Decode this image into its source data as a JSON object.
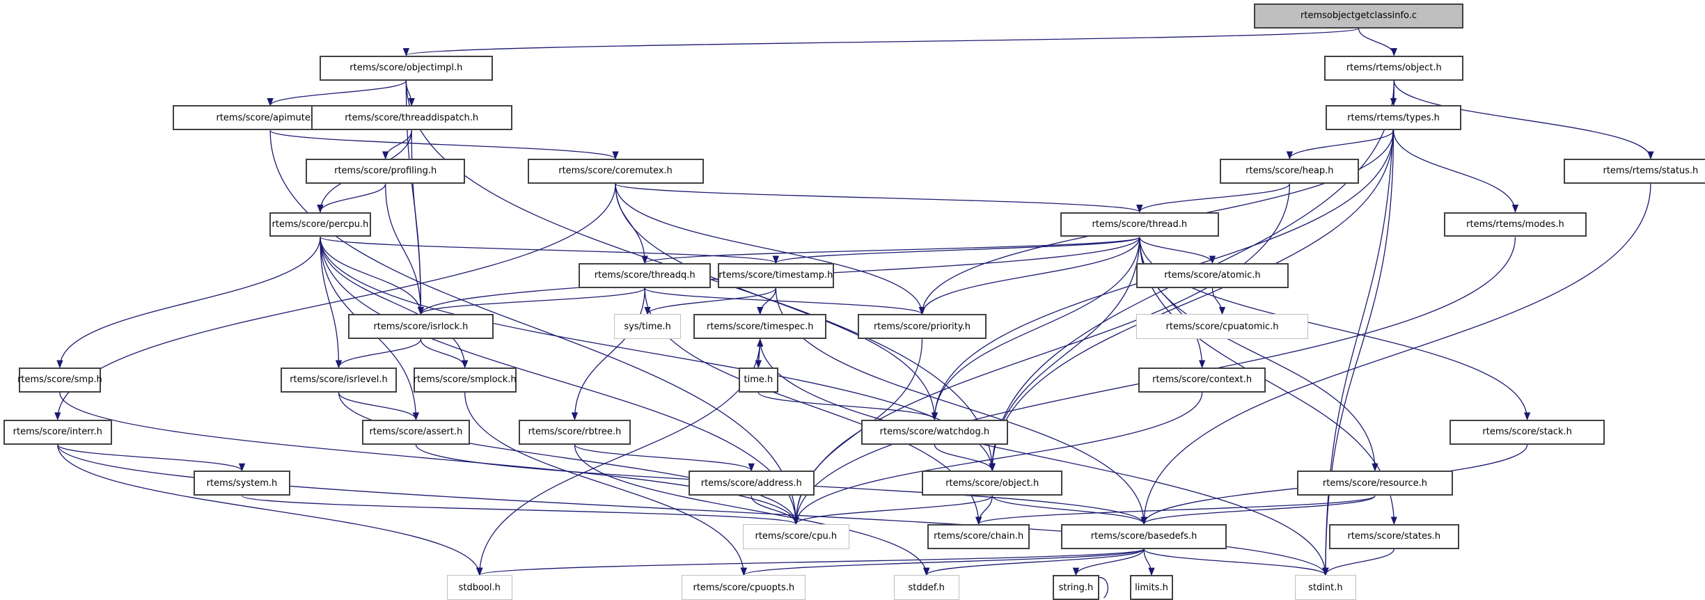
{
  "title": "rtemsobjectgetclassinfo.c",
  "colors": {
    "edge": "#191970",
    "root_fill": "#bfbfbf",
    "node_border": "#404040",
    "external_border": "#bfbfbf"
  },
  "nodes": [
    {
      "id": "root",
      "label": "rtemsobjectgetclassinfo.c",
      "kind": "root"
    },
    {
      "id": "objectimpl",
      "label": "rtems/score/objectimpl.h",
      "kind": "documented"
    },
    {
      "id": "robject",
      "label": "rtems/rtems/object.h",
      "kind": "documented"
    },
    {
      "id": "apimutex",
      "label": "rtems/score/apimutex.h",
      "kind": "documented"
    },
    {
      "id": "threaddispatch",
      "label": "rtems/score/threaddispatch.h",
      "kind": "documented"
    },
    {
      "id": "rtypes",
      "label": "rtems/rtems/types.h",
      "kind": "documented"
    },
    {
      "id": "profiling",
      "label": "rtems/score/profiling.h",
      "kind": "documented"
    },
    {
      "id": "coremutex",
      "label": "rtems/score/coremutex.h",
      "kind": "documented"
    },
    {
      "id": "heap",
      "label": "rtems/score/heap.h",
      "kind": "documented"
    },
    {
      "id": "rstatus",
      "label": "rtems/rtems/status.h",
      "kind": "documented"
    },
    {
      "id": "percpu",
      "label": "rtems/score/percpu.h",
      "kind": "documented"
    },
    {
      "id": "thread",
      "label": "rtems/score/thread.h",
      "kind": "documented"
    },
    {
      "id": "rmodes",
      "label": "rtems/rtems/modes.h",
      "kind": "documented"
    },
    {
      "id": "threadq",
      "label": "rtems/score/threadq.h",
      "kind": "documented"
    },
    {
      "id": "timestamp",
      "label": "rtems/score/timestamp.h",
      "kind": "documented"
    },
    {
      "id": "atomic",
      "label": "rtems/score/atomic.h",
      "kind": "documented"
    },
    {
      "id": "systime",
      "label": "sys/time.h",
      "kind": "external"
    },
    {
      "id": "isrlock",
      "label": "rtems/score/isrlock.h",
      "kind": "documented"
    },
    {
      "id": "timespec",
      "label": "rtems/score/timespec.h",
      "kind": "documented"
    },
    {
      "id": "priority",
      "label": "rtems/score/priority.h",
      "kind": "documented"
    },
    {
      "id": "cpuatomic",
      "label": "rtems/score/cpuatomic.h",
      "kind": "external"
    },
    {
      "id": "smp",
      "label": "rtems/score/smp.h",
      "kind": "documented"
    },
    {
      "id": "isrlevel",
      "label": "rtems/score/isrlevel.h",
      "kind": "documented"
    },
    {
      "id": "smplock",
      "label": "rtems/score/smplock.h",
      "kind": "documented"
    },
    {
      "id": "timeh",
      "label": "time.h",
      "kind": "documented"
    },
    {
      "id": "context",
      "label": "rtems/score/context.h",
      "kind": "documented"
    },
    {
      "id": "interr",
      "label": "rtems/score/interr.h",
      "kind": "documented"
    },
    {
      "id": "assert",
      "label": "rtems/score/assert.h",
      "kind": "documented"
    },
    {
      "id": "rbtree",
      "label": "rtems/score/rbtree.h",
      "kind": "documented"
    },
    {
      "id": "watchdog",
      "label": "rtems/score/watchdog.h",
      "kind": "documented"
    },
    {
      "id": "stack",
      "label": "rtems/score/stack.h",
      "kind": "documented"
    },
    {
      "id": "system",
      "label": "rtems/system.h",
      "kind": "documented"
    },
    {
      "id": "address",
      "label": "rtems/score/address.h",
      "kind": "documented"
    },
    {
      "id": "sobject",
      "label": "rtems/score/object.h",
      "kind": "documented"
    },
    {
      "id": "resource",
      "label": "rtems/score/resource.h",
      "kind": "documented"
    },
    {
      "id": "cpu",
      "label": "rtems/score/cpu.h",
      "kind": "external"
    },
    {
      "id": "chain",
      "label": "rtems/score/chain.h",
      "kind": "documented"
    },
    {
      "id": "basedefs",
      "label": "rtems/score/basedefs.h",
      "kind": "documented"
    },
    {
      "id": "states",
      "label": "rtems/score/states.h",
      "kind": "documented"
    },
    {
      "id": "stdbool",
      "label": "stdbool.h",
      "kind": "external"
    },
    {
      "id": "cpuopts",
      "label": "rtems/score/cpuopts.h",
      "kind": "external"
    },
    {
      "id": "stddef",
      "label": "stddef.h",
      "kind": "external"
    },
    {
      "id": "string",
      "label": "string.h",
      "kind": "documented"
    },
    {
      "id": "limits",
      "label": "limits.h",
      "kind": "documented"
    },
    {
      "id": "stdint",
      "label": "stdint.h",
      "kind": "external"
    }
  ],
  "edges": [
    [
      "root",
      "objectimpl"
    ],
    [
      "root",
      "robject"
    ],
    [
      "objectimpl",
      "apimutex"
    ],
    [
      "objectimpl",
      "threaddispatch"
    ],
    [
      "objectimpl",
      "isrlock"
    ],
    [
      "objectimpl",
      "sobject"
    ],
    [
      "robject",
      "rtypes"
    ],
    [
      "robject",
      "rstatus"
    ],
    [
      "robject",
      "sobject"
    ],
    [
      "robject",
      "stdint"
    ],
    [
      "apimutex",
      "coremutex"
    ],
    [
      "apimutex",
      "cpu"
    ],
    [
      "threaddispatch",
      "profiling"
    ],
    [
      "threaddispatch",
      "percpu"
    ],
    [
      "threaddispatch",
      "isrlock"
    ],
    [
      "profiling",
      "percpu"
    ],
    [
      "profiling",
      "isrlock"
    ],
    [
      "rtypes",
      "heap"
    ],
    [
      "rtypes",
      "priority"
    ],
    [
      "rtypes",
      "rmodes"
    ],
    [
      "rtypes",
      "watchdog"
    ],
    [
      "rtypes",
      "sobject"
    ],
    [
      "rtypes",
      "stdint"
    ],
    [
      "coremutex",
      "thread"
    ],
    [
      "coremutex",
      "threadq"
    ],
    [
      "coremutex",
      "priority"
    ],
    [
      "coremutex",
      "watchdog"
    ],
    [
      "coremutex",
      "interr"
    ],
    [
      "heap",
      "thread"
    ],
    [
      "heap",
      "cpu"
    ],
    [
      "rstatus",
      "basedefs"
    ],
    [
      "rmodes",
      "cpu"
    ],
    [
      "percpu",
      "timestamp"
    ],
    [
      "percpu",
      "isrlock"
    ],
    [
      "percpu",
      "smp"
    ],
    [
      "percpu",
      "isrlevel"
    ],
    [
      "percpu",
      "smplock"
    ],
    [
      "percpu",
      "assert"
    ],
    [
      "percpu",
      "cpu"
    ],
    [
      "percpu",
      "sobject"
    ],
    [
      "thread",
      "threadq"
    ],
    [
      "thread",
      "timestamp"
    ],
    [
      "thread",
      "isrlock"
    ],
    [
      "thread",
      "priority"
    ],
    [
      "thread",
      "atomic"
    ],
    [
      "thread",
      "context"
    ],
    [
      "thread",
      "watchdog"
    ],
    [
      "thread",
      "sobject"
    ],
    [
      "thread",
      "resource"
    ],
    [
      "thread",
      "stack"
    ],
    [
      "thread",
      "states"
    ],
    [
      "threadq",
      "isrlock"
    ],
    [
      "threadq",
      "priority"
    ],
    [
      "threadq",
      "rbtree"
    ],
    [
      "threadq",
      "chain"
    ],
    [
      "timestamp",
      "systime"
    ],
    [
      "timestamp",
      "timespec"
    ],
    [
      "timestamp",
      "basedefs"
    ],
    [
      "atomic",
      "cpuatomic"
    ],
    [
      "isrlock",
      "isrlevel"
    ],
    [
      "isrlock",
      "smplock"
    ],
    [
      "timespec",
      "timeh"
    ],
    [
      "timespec",
      "stdbool"
    ],
    [
      "timespec",
      "stdint"
    ],
    [
      "timeh",
      "timespec"
    ],
    [
      "timeh",
      "watchdog"
    ],
    [
      "priority",
      "cpu"
    ],
    [
      "smp",
      "cpu"
    ],
    [
      "isrlevel",
      "assert"
    ],
    [
      "isrlevel",
      "cpu"
    ],
    [
      "smplock",
      "cpuopts"
    ],
    [
      "context",
      "cpu"
    ],
    [
      "interr",
      "system"
    ],
    [
      "interr",
      "stdbool"
    ],
    [
      "interr",
      "stdint"
    ],
    [
      "assert",
      "basedefs"
    ],
    [
      "rbtree",
      "address"
    ],
    [
      "rbtree",
      "stddef"
    ],
    [
      "watchdog",
      "sobject"
    ],
    [
      "stack",
      "basedefs"
    ],
    [
      "system",
      "cpu"
    ],
    [
      "address",
      "cpu"
    ],
    [
      "sobject",
      "cpu"
    ],
    [
      "sobject",
      "chain"
    ],
    [
      "sobject",
      "basedefs"
    ],
    [
      "resource",
      "basedefs"
    ],
    [
      "resource",
      "chain"
    ],
    [
      "basedefs",
      "stdbool"
    ],
    [
      "basedefs",
      "cpuopts"
    ],
    [
      "basedefs",
      "stddef"
    ],
    [
      "basedefs",
      "string"
    ],
    [
      "basedefs",
      "limits"
    ],
    [
      "basedefs",
      "stdint"
    ],
    [
      "states",
      "stdint"
    ],
    [
      "string",
      "string"
    ]
  ]
}
